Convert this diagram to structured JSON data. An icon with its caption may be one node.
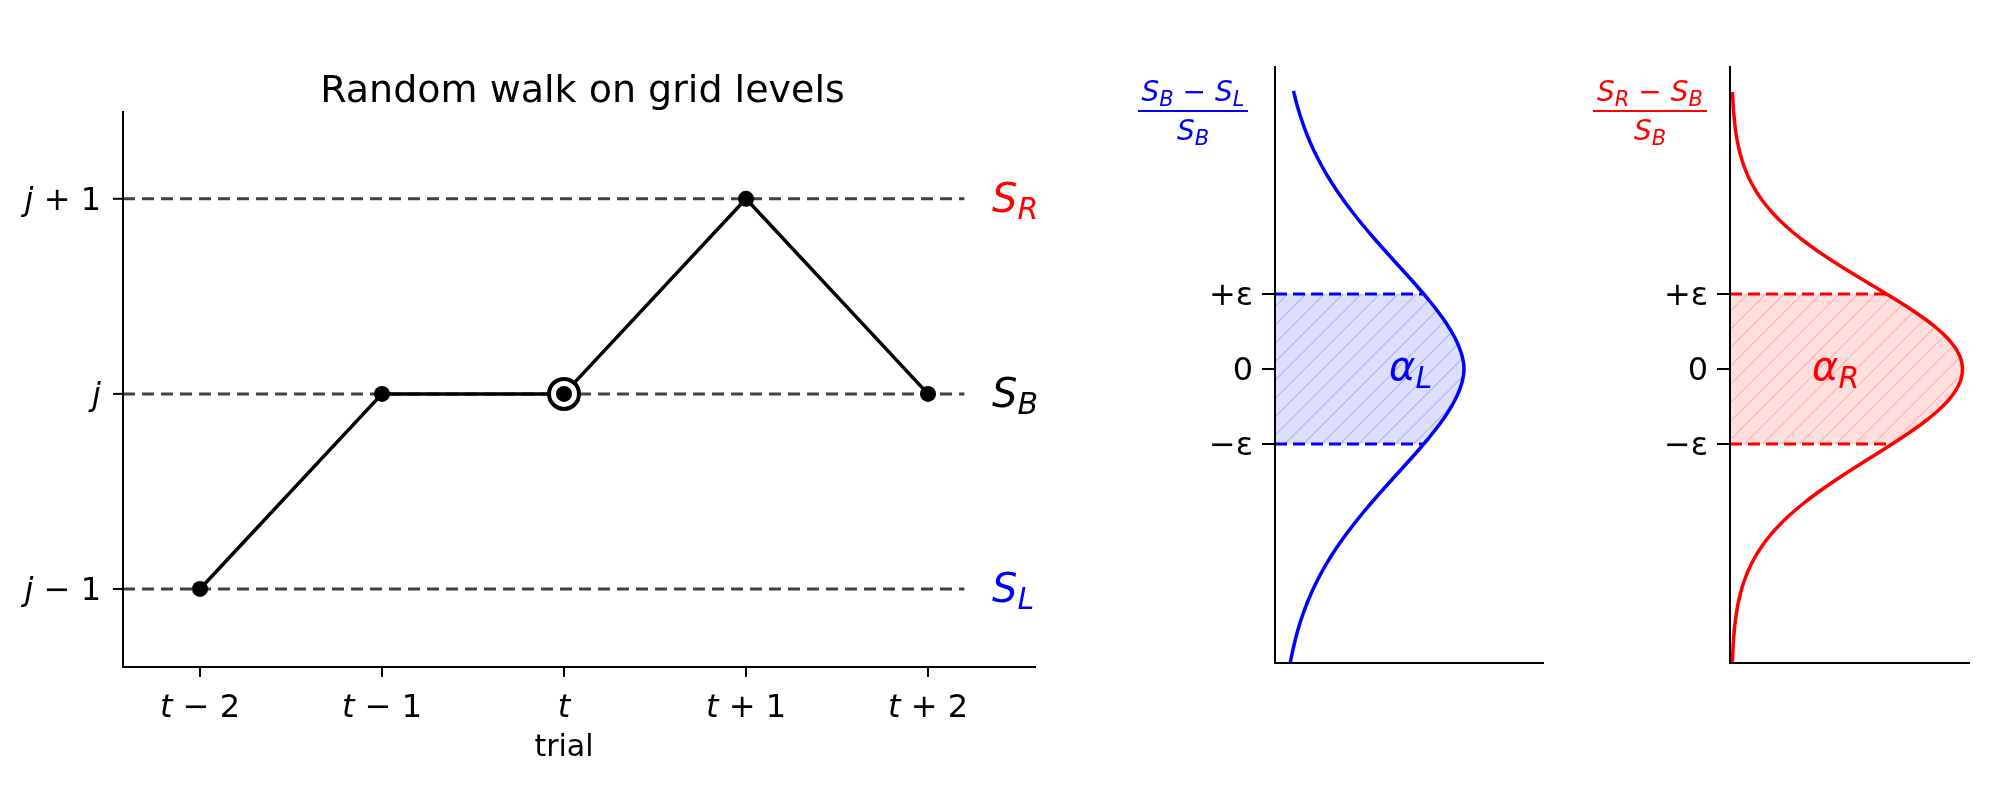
{
  "diagram": {
    "labels": [
      "S$_{B}$ − S$_{L}$",
      "S$_{B}$",
      "+ε",
      "0",
      "−ε",
      "α$_{L}$",
      "S$_{R}$ − S$_{B}$",
      "S$_{B}$",
      "+ε",
      "0",
      "−ε",
      "α$_{R}$"
    ],
    "chart_data": {
      "type": "line",
      "title": "Random walk on grid levels",
      "xlabel": "trial",
      "categories": [
        "*t* − 2",
        "*t* − 1",
        "t",
        "*t* + 1",
        "*t* + 2"
      ],
      "series": [
        {
          "color": "#000000",
          "marker": "circle",
          "values": [
            -1,
            0,
            0,
            1,
            0
          ]
        },
        {
          "color": "#000000",
          "marker": "circle",
          "values": [
            null,
            null,
            0,
            null,
            null
          ]
        }
      ],
      "ylim": [
        -1.4,
        1.45
      ],
      "yticks": [
        {
          "value": -1,
          "label": "*j* − 1"
        },
        {
          "value": 0,
          "label": "j"
        },
        {
          "value": 1,
          "label": "*j* + 1"
        }
      ],
      "grid": true,
      "annotations": [
        "S$_{R}$",
        "S$_{B}$",
        "S$_{L}$"
      ]
    }
  }
}
